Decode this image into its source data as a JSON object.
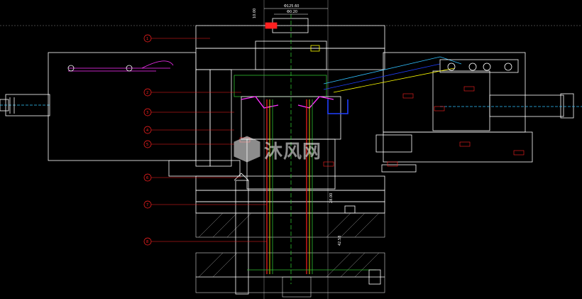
{
  "drawing": {
    "dimension_top": "Φ125.60",
    "dimension_mid": "Φ0.20",
    "dimension_side": "10.00",
    "dimension_v1": "28.00",
    "dimension_v2": "42.58"
  },
  "callouts": [
    "1",
    "2",
    "3",
    "4",
    "5",
    "6",
    "7",
    "8"
  ],
  "watermark": {
    "text": "沐风网"
  },
  "colors": {
    "line": "#ffffff",
    "leader": "#ff2020",
    "blue": "#2040ff",
    "magenta": "#ff30ff",
    "green": "#30c030",
    "yellow": "#ffff00",
    "cyan": "#30c0ff"
  }
}
